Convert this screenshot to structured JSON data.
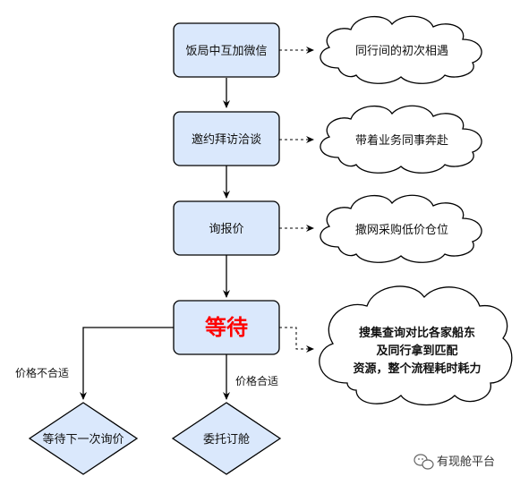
{
  "nodes": {
    "step1": "饭局中互加微信",
    "step2": "邀约拜访洽谈",
    "step3": "询报价",
    "step4": "等待",
    "decision_left": "等待下一次询价",
    "decision_right": "委托订舱"
  },
  "clouds": {
    "c1": "同行间的初次相遇",
    "c2": "带着业务同事奔赴",
    "c3": "撒网采购低价仓位",
    "c4_lines": [
      "搜集查询对比各家船东",
      "及同行拿到匹配",
      "资源，整个流程耗时耗力"
    ]
  },
  "edge_labels": {
    "left": "价格不合适",
    "right": "价格合适"
  },
  "watermark": {
    "text": "有现舱平台",
    "icon": "wechat-icon"
  },
  "colors": {
    "box_fill": "#dae8fc",
    "box_stroke": "#000000",
    "wait_text": "#ff0000"
  }
}
